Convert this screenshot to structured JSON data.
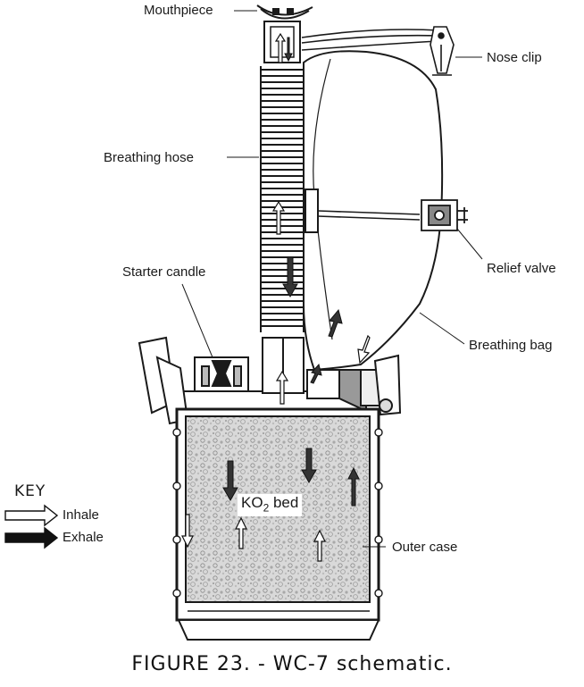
{
  "labels": {
    "mouthpiece": "Mouthpiece",
    "nose_clip": "Nose clip",
    "breathing_hose": "Breathing hose",
    "relief_valve": "Relief valve",
    "starter_candle": "Starter candle",
    "breathing_bag": "Breathing bag",
    "outer_case": "Outer case"
  },
  "bed_label": {
    "main": "KO",
    "sub": "2",
    "tail": " bed"
  },
  "key": {
    "title": "KEY",
    "inhale": "Inhale",
    "exhale": "Exhale"
  },
  "caption": "FIGURE 23. - WC-7 schematic."
}
